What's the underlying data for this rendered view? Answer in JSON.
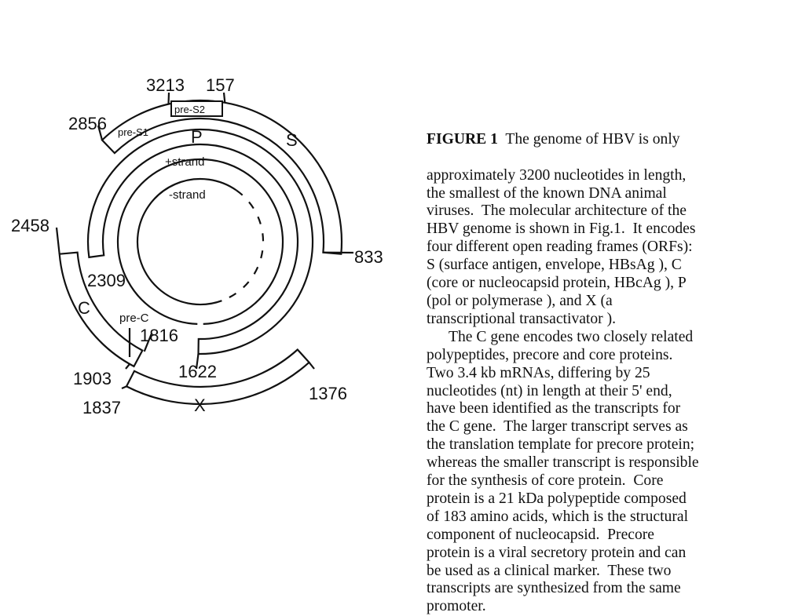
{
  "diagram": {
    "labels": {
      "n3213": "3213",
      "n157": "157",
      "preS2": "pre-S2",
      "n2856": "2856",
      "preS1": "pre-S1",
      "P": "P",
      "S": "S",
      "plus_strand": "+strand",
      "minus_strand": "-strand",
      "n2458": "2458",
      "n833": "833",
      "n2309": "2309",
      "C": "C",
      "preC": "pre-C",
      "n1816": "1816",
      "n1903": "1903",
      "n1622": "1622",
      "n1376": "1376",
      "n1837": "1837",
      "X": "X"
    }
  },
  "caption": {
    "figure_label": "FIGURE 1",
    "lines": [
      "  The genome of HBV is only",
      "approximately 3200 nucleotides in length,",
      "the smallest of the known DNA animal",
      "viruses.  The molecular architecture of the",
      "HBV genome is shown in Fig.1.  It encodes",
      "four different open reading frames (ORFs):",
      "S (surface antigen, envelope, HBsAg ), C",
      "(core or nucleocapsid protein, HBcAg ), P",
      "(pol or polymerase ), and X (a",
      "transcriptional transactivator ).",
      "The C gene encodes two closely related",
      "polypeptides, precore and core proteins.",
      "Two 3.4 kb mRNAs, differing by 25",
      "nucleotides (nt) in length at their 5' end,",
      "have been identified as the transcripts for",
      "the C gene.  The larger transcript serves as",
      "the translation template for precore protein;",
      "whereas the smaller transcript is responsible",
      "for the synthesis of core protein.  Core",
      "protein is a 21 kDa polypeptide composed",
      "of 183 amino acids, which is the structural",
      "component of nucleocapsid.  Precore",
      "protein is a viral secretory protein and can",
      "be used as a clinical marker.  These two",
      "transcripts are synthesized from the same",
      "promoter."
    ]
  }
}
